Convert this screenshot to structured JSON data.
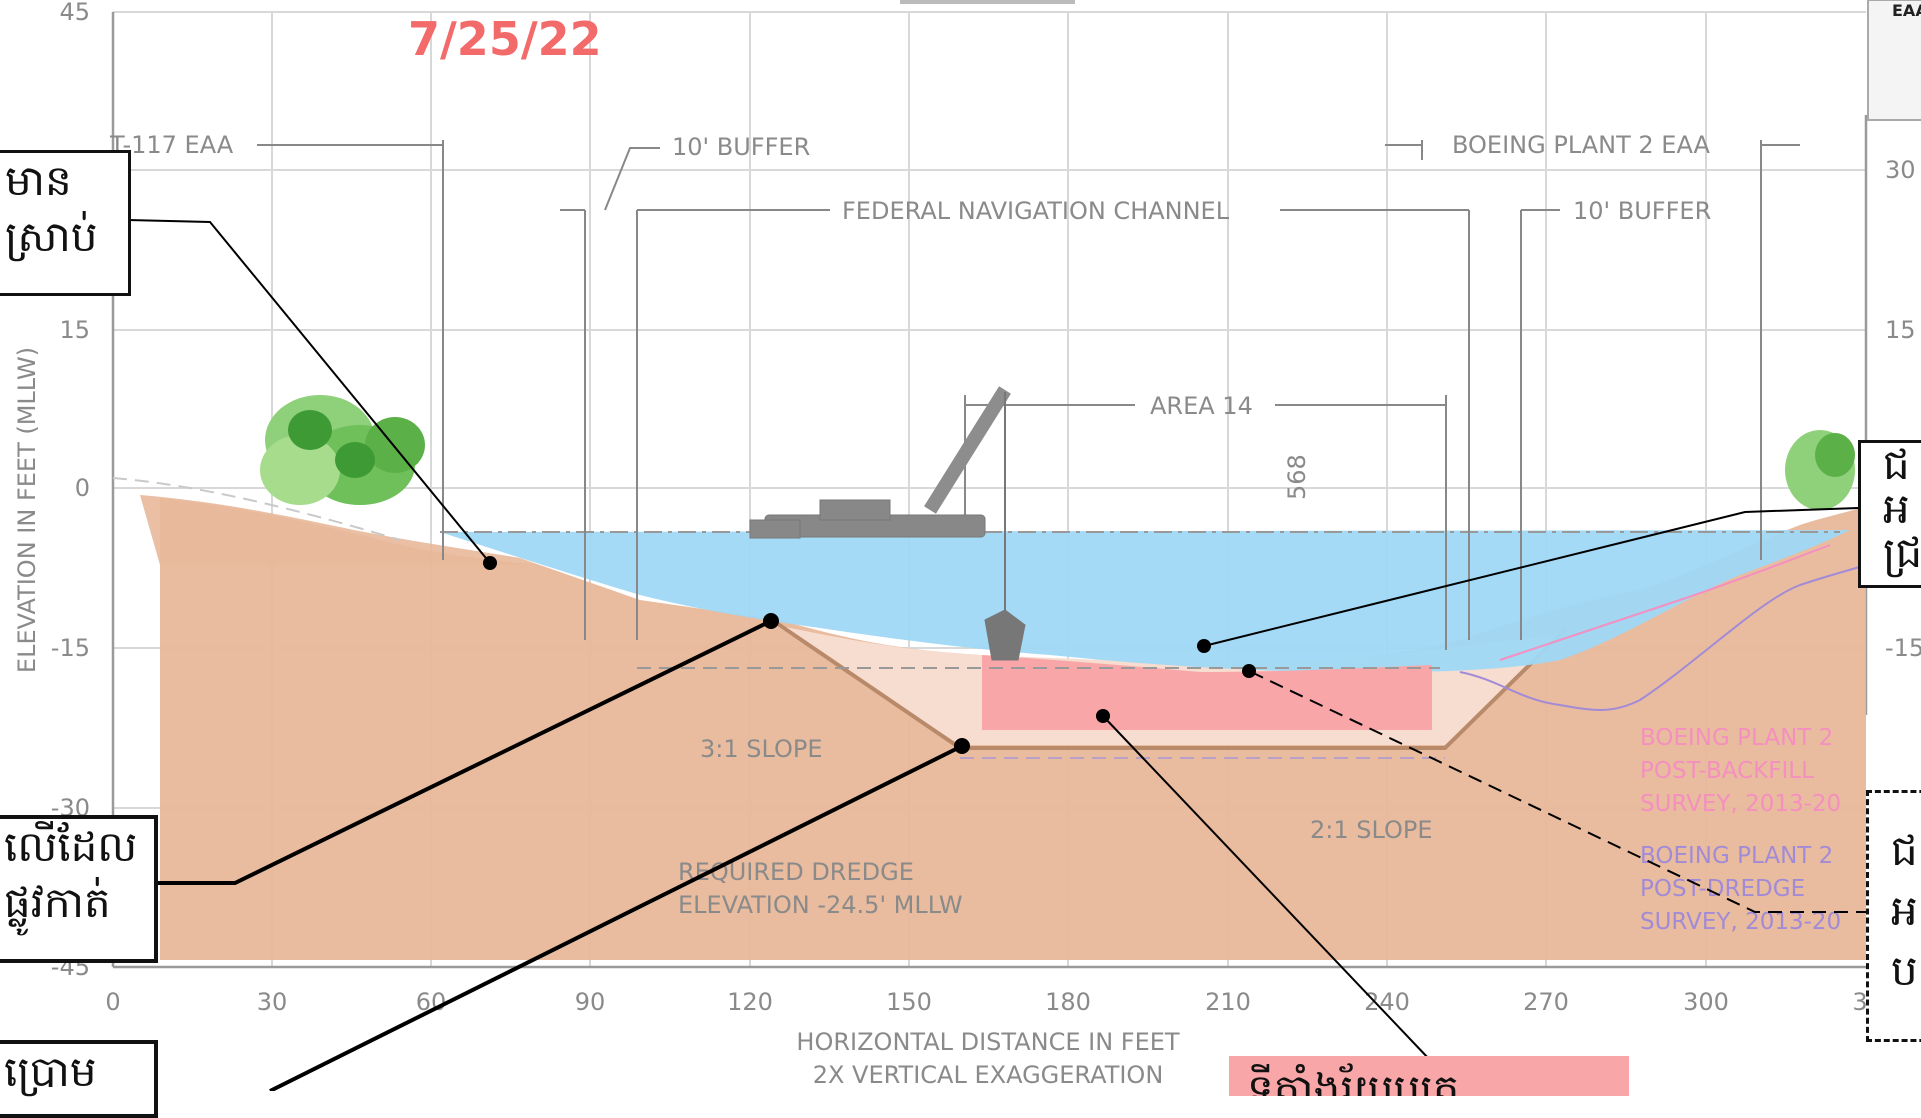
{
  "date_stamp": "7/25/22",
  "axes": {
    "y_label": "ELEVATION IN FEET (MLLW)",
    "x_label": "HORIZONTAL DISTANCE IN FEET",
    "x_sublabel": "2X VERTICAL EXAGGERATION",
    "y_ticks_left": [
      "45",
      "15",
      "0",
      "-15",
      "-30",
      "-45"
    ],
    "y_ticks_right": [
      "30",
      "15",
      "-15"
    ],
    "x_ticks": [
      "0",
      "30",
      "60",
      "90",
      "120",
      "150",
      "180",
      "210",
      "240",
      "270",
      "300",
      "3"
    ]
  },
  "labels": {
    "t117": "T-117 EAA",
    "buffer_left": "10' BUFFER",
    "boeing_eaa": "BOEING PLANT 2 EAA",
    "fed_channel": "FEDERAL NAVIGATION CHANNEL",
    "buffer_right": "10' BUFFER",
    "area14": "AREA 14",
    "station": "568",
    "slope_31": "3:1 SLOPE",
    "slope_21": "2:1 SLOPE",
    "dredge_line1": "REQUIRED DREDGE",
    "dredge_line2": "ELEVATION -24.5' MLLW",
    "backfill_1": "BOEING PLANT 2",
    "backfill_2": "POST-BACKFILL",
    "backfill_3": "SURVEY, 2013-20",
    "postdredge_1": "BOEING PLANT 2",
    "postdredge_2": "POST-DREDGE",
    "postdredge_3": "SURVEY, 2013-20",
    "eaa_corner": "EAA"
  },
  "annotations": {
    "box1_line1": "មាន",
    "box1_line2": "ស្រាប់",
    "box2_line1": "លើដែល",
    "box2_line2": "ផ្លូវកាត់",
    "box3_line1": "ប្រោម",
    "box4_line1": "ជ",
    "box4_line2": "អ",
    "box4_line3": "ជ្រ",
    "box5_line1": "ជ",
    "box5_line2": "អ",
    "box5_line3": "ប",
    "box6_line1": "ទីតាំងរ័យបត្រ"
  }
}
